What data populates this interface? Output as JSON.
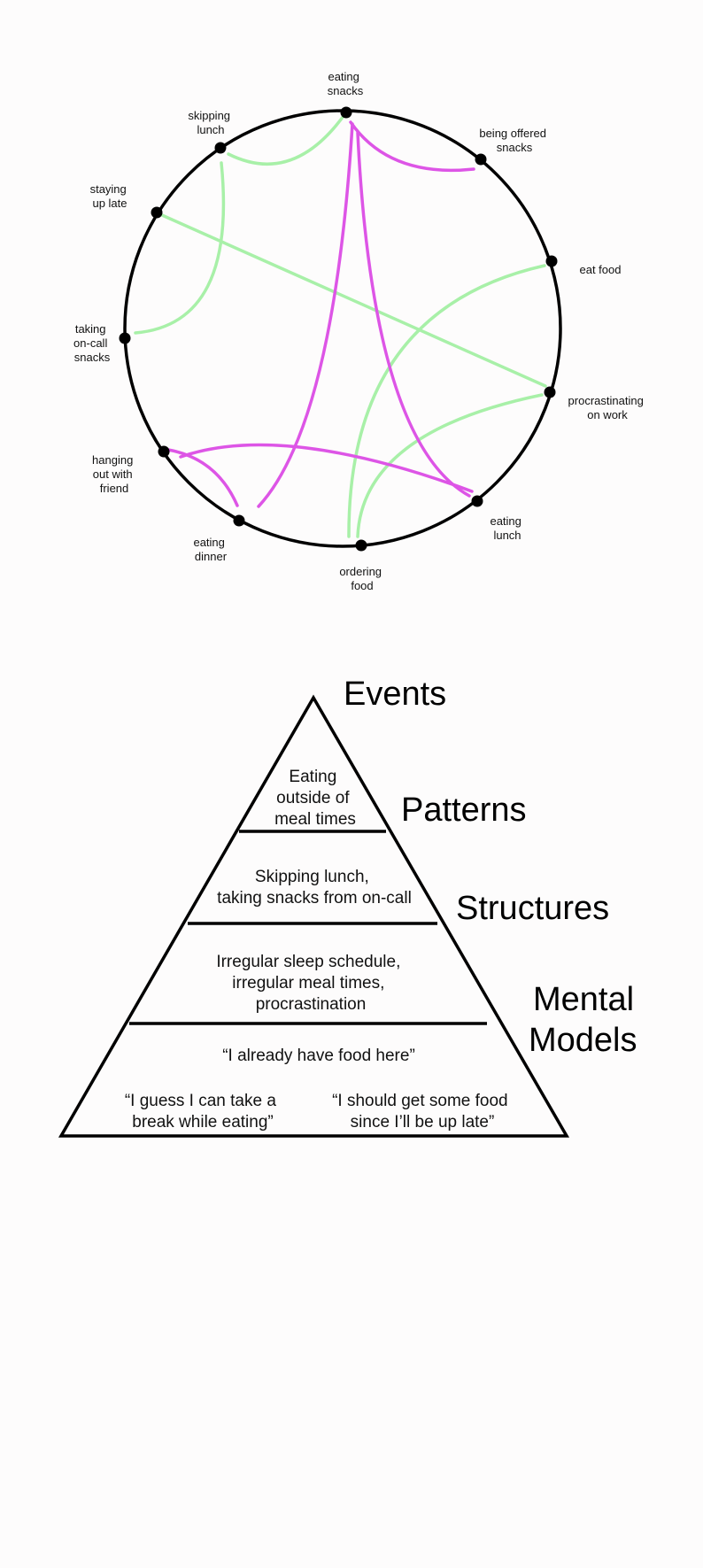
{
  "loop_diagram": {
    "colors": {
      "reinforcing": "#dd55e6",
      "balancing": "#a8f0a8",
      "ring": "#000000",
      "node": "#000000"
    },
    "nodes": [
      {
        "id": "eating_snacks",
        "label": [
          "eating",
          "snacks"
        ]
      },
      {
        "id": "being_offered_snacks",
        "label": [
          "being offered",
          "snacks"
        ]
      },
      {
        "id": "eat_food",
        "label": [
          "eat food"
        ]
      },
      {
        "id": "procrastinating",
        "label": [
          "procrastinating",
          "on work"
        ]
      },
      {
        "id": "eating_lunch",
        "label": [
          "eating",
          "lunch"
        ]
      },
      {
        "id": "ordering_food",
        "label": [
          "ordering",
          "food"
        ]
      },
      {
        "id": "eating_dinner",
        "label": [
          "eating",
          "dinner"
        ]
      },
      {
        "id": "hanging_out",
        "label": [
          "hanging",
          "out with",
          "friend"
        ]
      },
      {
        "id": "taking_oncall_snacks",
        "label": [
          "taking",
          "on-call",
          "snacks"
        ]
      },
      {
        "id": "staying_up_late",
        "label": [
          "staying",
          "up late"
        ]
      },
      {
        "id": "skipping_lunch",
        "label": [
          "skipping",
          "lunch"
        ]
      }
    ]
  },
  "iceberg": {
    "levels": [
      "Events",
      "Patterns",
      "Structures",
      "Mental",
      "Models"
    ],
    "tiers": {
      "events": [
        "Eating",
        "outside of",
        "meal times"
      ],
      "patterns": [
        "Skipping lunch,",
        "taking snacks from on-call"
      ],
      "structures": [
        "Irregular sleep schedule,",
        "irregular meal times,",
        "procrastination"
      ],
      "models_top": "“I already have food here”",
      "models_left": [
        "“I guess I can take a",
        "break while eating”"
      ],
      "models_right": [
        "“I should get some food",
        "since I’ll be up late”"
      ]
    }
  }
}
